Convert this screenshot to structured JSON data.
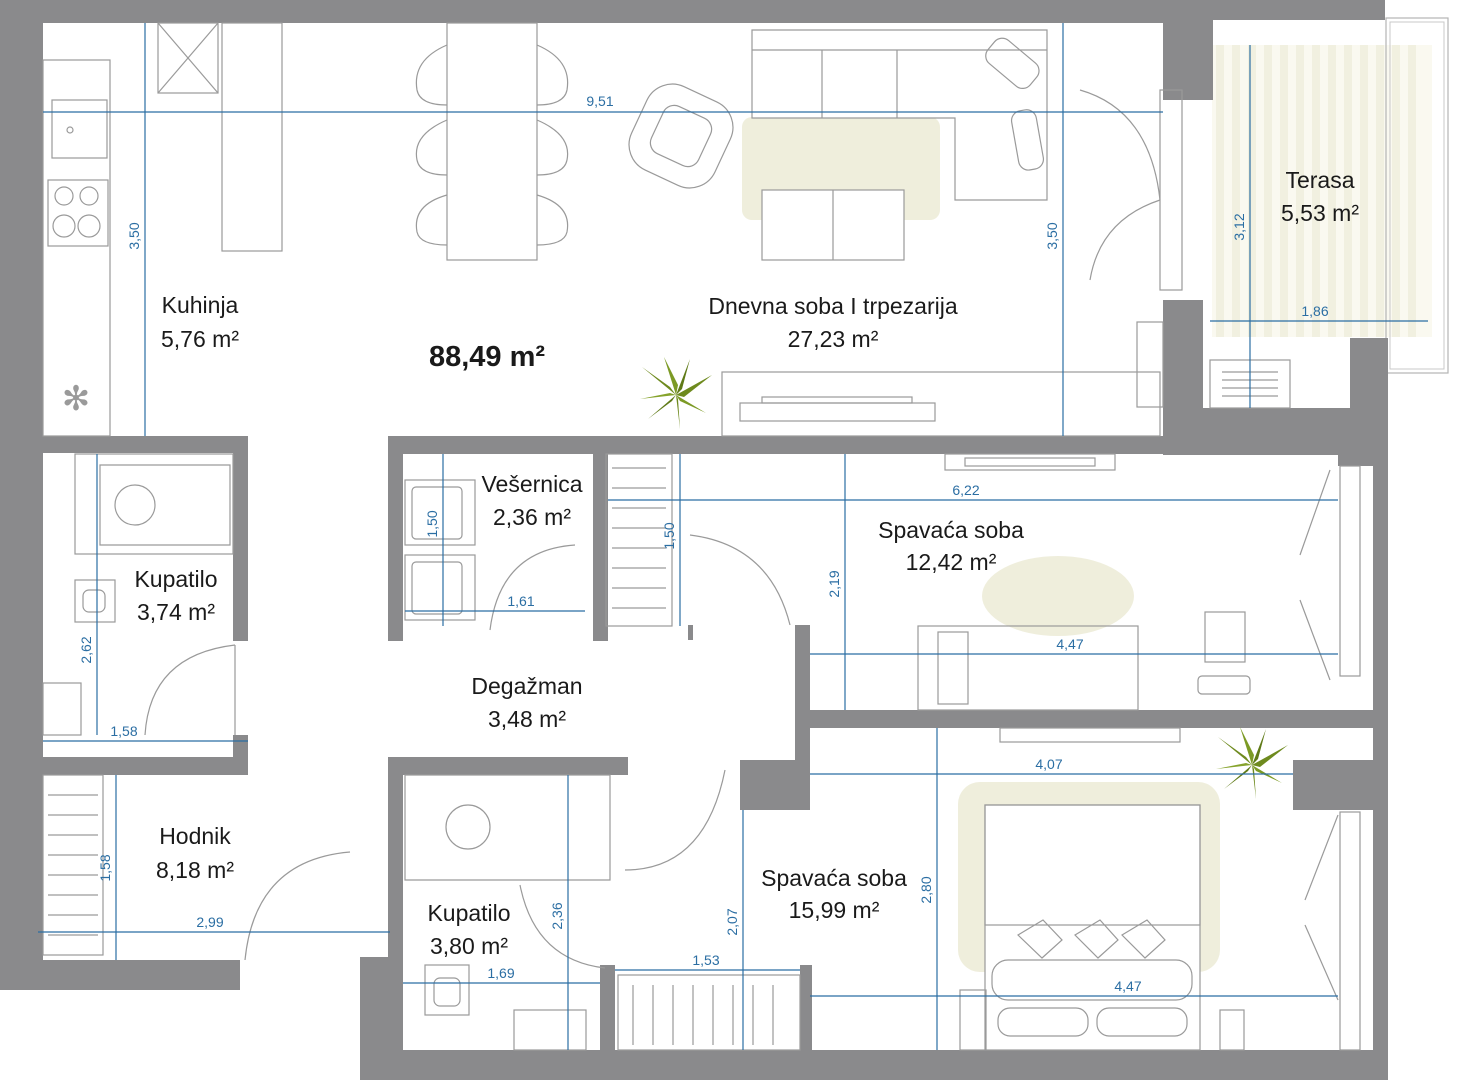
{
  "plan": {
    "total_area": "88,49 m²",
    "rooms": {
      "kuhinja": {
        "name": "Kuhinja",
        "area": "5,76 m²"
      },
      "dnevna": {
        "name": "Dnevna soba I trpezarija",
        "area": "27,23 m²"
      },
      "terasa": {
        "name": "Terasa",
        "area": "5,53 m²"
      },
      "vesernica": {
        "name": "Vešernica",
        "area": "2,36 m²"
      },
      "kupatilo1": {
        "name": "Kupatilo",
        "area": "3,74 m²"
      },
      "spavaca1": {
        "name": "Spavaća soba",
        "area": "12,42 m²"
      },
      "degazman": {
        "name": "Degažman",
        "area": "3,48 m²"
      },
      "hodnik": {
        "name": "Hodnik",
        "area": "8,18 m²"
      },
      "kupatilo2": {
        "name": "Kupatilo",
        "area": "3,80 m²"
      },
      "spavaca2": {
        "name": "Spavaća soba",
        "area": "15,99 m²"
      }
    },
    "dimensions": {
      "living_width": "9,51",
      "kitchen_height": "3,50",
      "living_height": "3,50",
      "terrace_height": "3,12",
      "terrace_width": "1,86",
      "laundry_height": "1,50",
      "closet_height": "1,50",
      "laundry_width": "1,61",
      "bedroom1_width": "6,22",
      "bedroom1_height": "2,19",
      "bedroom1_inner_width": "4,47",
      "bath1_height": "2,62",
      "bath1_width": "1,58",
      "hall_height": "1,58",
      "hall_width": "2,99",
      "bedroom2_top_width": "4,07",
      "bedroom2_height": "2,80",
      "bedroom2_inner_height": "2,07",
      "bedroom2_closet_width": "1,53",
      "bedroom2_width": "4,47",
      "bath2_height": "2,36",
      "bath2_width": "1,69"
    },
    "colors": {
      "wall": "#8a8a8c",
      "dimension": "#2b6ea3",
      "rug": "#efeedc",
      "plant": "#6e8a1e"
    }
  }
}
